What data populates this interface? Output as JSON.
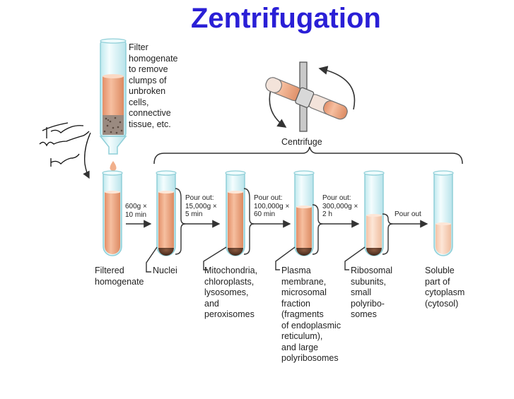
{
  "title": "Zentrifugation",
  "filter_text": "Filter\nhomogenate\nto remove\nclumps of\nunbroken\ncells,\nconnective\ntissue, etc.",
  "handwritten_note": "Filtration\nvon kleinen\nKörpern.",
  "centrifuge_label": "Centrifuge",
  "steps": [
    {
      "label": "600g ×\n10 min"
    },
    {
      "label": "Pour out:\n15,000g ×\n5 min"
    },
    {
      "label": "Pour out:\n100,000g ×\n60 min"
    },
    {
      "label": "Pour out:\n300,000g ×\n2 h"
    },
    {
      "label": "Pour out"
    }
  ],
  "fractions": [
    {
      "label": "Filtered\nhomogenate"
    },
    {
      "label": "Nuclei"
    },
    {
      "label": "Mitochondria,\nchloroplasts,\nlysosomes,\nand\nperoxisomes"
    },
    {
      "label": "Plasma\nmembrane,\nmicrosomal\nfraction\n(fragments\nof endoplasmic\nreticulum),\nand large\npolyribosomes"
    },
    {
      "label": "Ribosomal\nsubunits,\nsmall\npolyribo-\nsomes"
    },
    {
      "label": "Soluble\npart of\ncytoplasm\n(cytosol)"
    }
  ],
  "colors": {
    "title": "#2a1fd6",
    "tube_glass": "#dff6f8",
    "tube_outline": "#8fcfd8",
    "liquid_dark": "#e9a07c",
    "liquid_light": "#fbd9c4",
    "pellet": "#5b3a2a",
    "arrow": "#333333"
  }
}
